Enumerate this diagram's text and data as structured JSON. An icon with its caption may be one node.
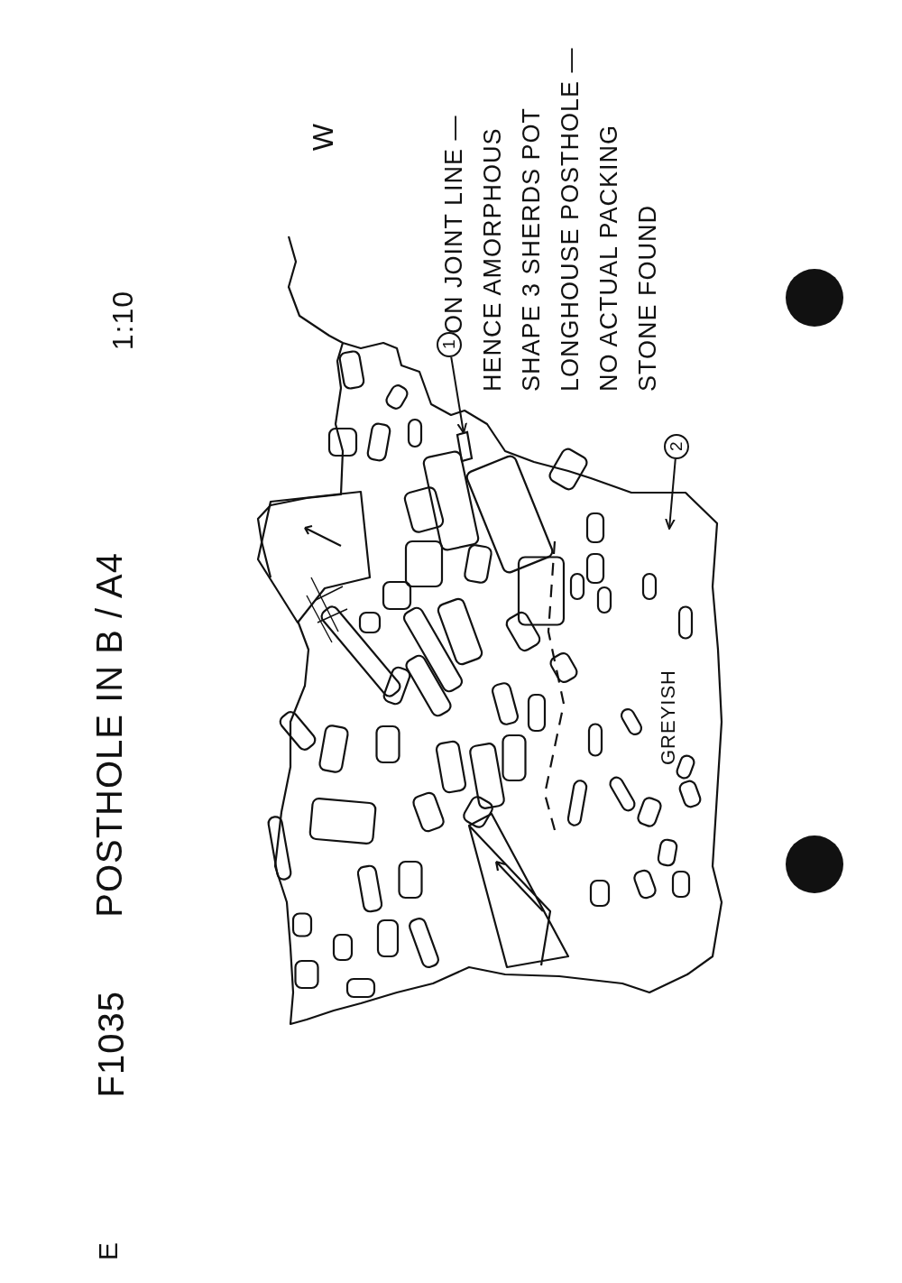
{
  "diagram": {
    "title": "POSTHOLE IN B / A4",
    "nodes": [
      {
        "text": [
          "1"
        ],
        "beside": [
          "ON JOINT LINE — HENCE AMORPHOUS SHAPE 3 SHERDS POT LONGHOUSE POSTHOLE — NO ACTUAL PACKING STONE FOUND"
        ]
      },
      {
        "text": [],
        "shape": "picture"
      },
      {
        "text": [
          "2"
        ]
      }
    ],
    "edges": [
      {
        "from": 0,
        "to": 1,
        "arrow": "to"
      },
      {
        "from": 2,
        "to": null,
        "arrow": "to"
      }
    ],
    "labels": [
      "F1035",
      "1:10",
      "E",
      "W",
      "GREYISH"
    ]
  }
}
